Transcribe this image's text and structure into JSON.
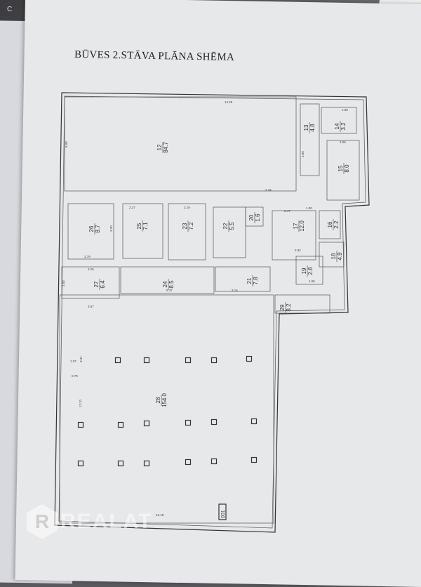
{
  "corner_letters": "C V",
  "title": "BŪVES 2.STĀVA PLĀNA SHĒMA",
  "rooms": [
    {
      "no": "12",
      "area": "84.7"
    },
    {
      "no": "13",
      "area": "4.8"
    },
    {
      "no": "14",
      "area": "3.2"
    },
    {
      "no": "15",
      "area": "8.0"
    },
    {
      "no": "16",
      "area": "2.2"
    },
    {
      "no": "17",
      "area": "12.0"
    },
    {
      "no": "18",
      "area": "4.9"
    },
    {
      "no": "19",
      "area": "2.8"
    },
    {
      "no": "20",
      "area": "1.6"
    },
    {
      "no": "21",
      "area": "7.8"
    },
    {
      "no": "22",
      "area": "5.5"
    },
    {
      "no": "23",
      "area": "7.2"
    },
    {
      "no": "24",
      "area": "8.5"
    },
    {
      "no": "25",
      "area": "7.1"
    },
    {
      "no": "26",
      "area": "8.7"
    },
    {
      "no": "27",
      "area": "6.4"
    },
    {
      "no": "28",
      "area": "154.0"
    },
    {
      "no": "29",
      "area": "8.2"
    }
  ],
  "dimensions": [
    "14.25",
    "6.06",
    "2.34",
    "2.27",
    "2.19",
    "3.20",
    "2.76",
    "3.26",
    "5.37",
    "3.14",
    "3.57",
    "2.03",
    "1.90",
    "2.09",
    "2.80",
    "1.30",
    "2.47",
    "2.82",
    "1.65",
    "12.18",
    "12.31",
    "1.07",
    "0.79",
    "0.31"
  ],
  "counter_label": "001",
  "watermark": {
    "icon": "R",
    "text": "REALAT"
  }
}
